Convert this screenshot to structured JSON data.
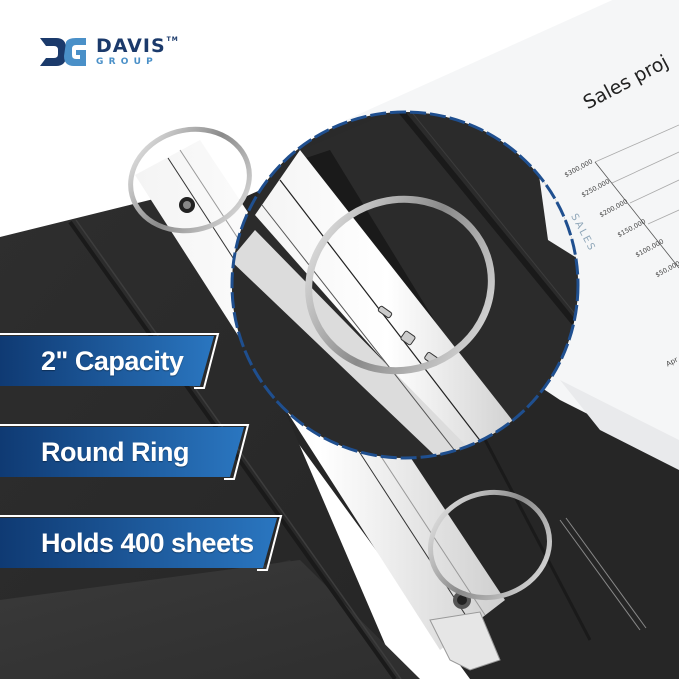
{
  "brand": {
    "name": "DAVIS",
    "trademark": "TM",
    "subtitle": "GROUP",
    "colors": {
      "primary": "#1b3a6b",
      "secondary": "#4a90c8"
    }
  },
  "features": [
    {
      "label": "2\" Capacity"
    },
    {
      "label": "Round Ring"
    },
    {
      "label": "Holds 400 sheets"
    }
  ],
  "badge_colors": {
    "fill_start": "#0f3a73",
    "fill_end": "#2a76c0",
    "outline": "#ffffff"
  },
  "document": {
    "title": "Sales proj",
    "axis_label": "SALES",
    "y_ticks": [
      "$300,000",
      "$250,000",
      "$200,000",
      "$150,000",
      "$100,000",
      "$50,000"
    ],
    "x_label_partial": "Apr"
  },
  "product": {
    "type": "3-ring binder",
    "cover_color": "#2b2b2b",
    "zoom_highlight_border": "#1f4f8f"
  }
}
